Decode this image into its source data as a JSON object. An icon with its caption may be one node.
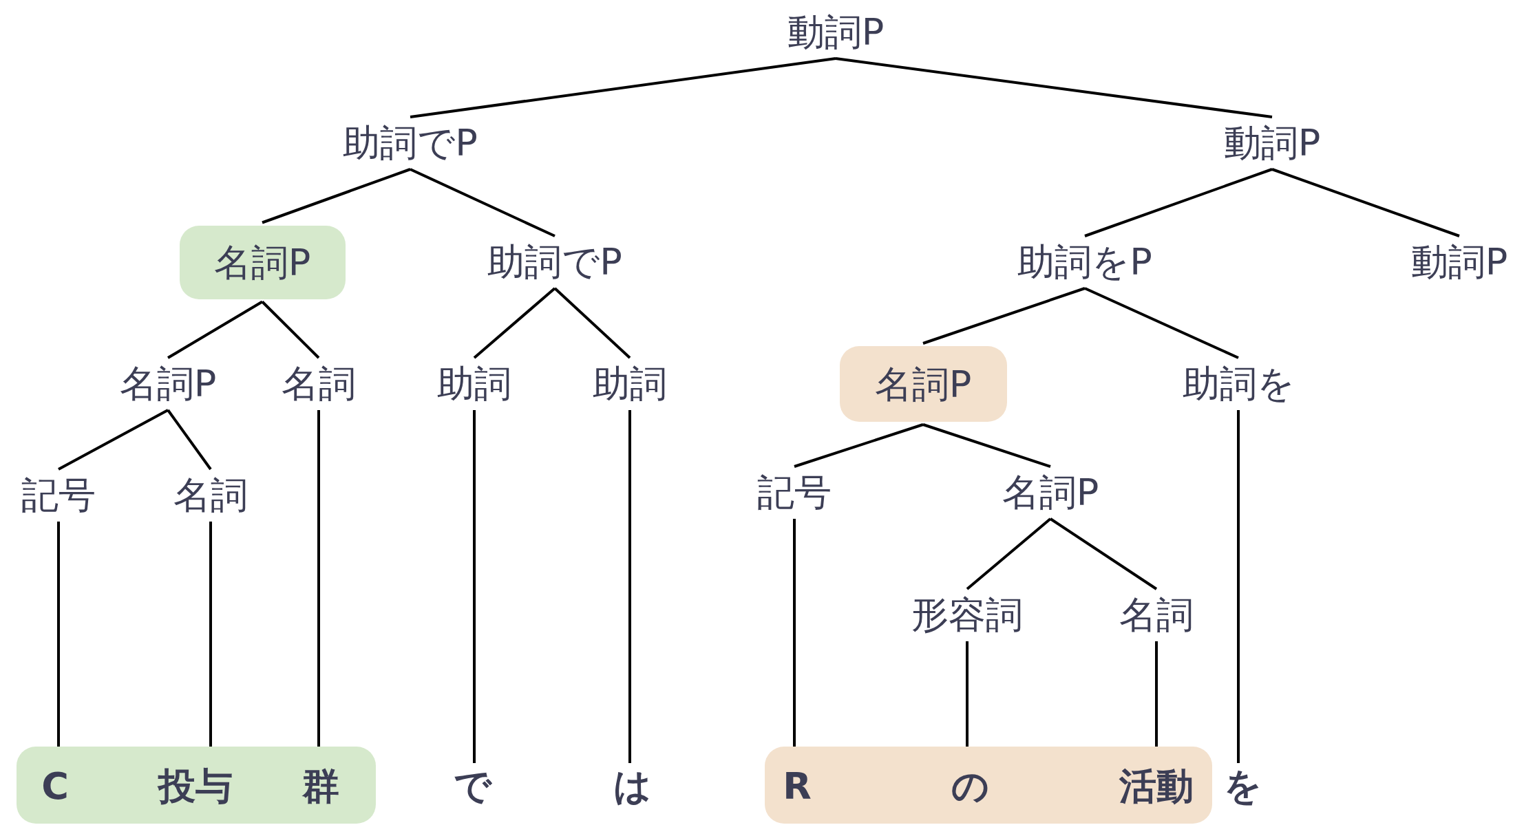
{
  "diagram": {
    "nodes": [
      {
        "text": [
          "動詞P"
        ]
      },
      {
        "text": [
          "助詞でP"
        ]
      },
      {
        "text": [
          "動詞P"
        ]
      },
      {
        "text": [
          "名詞P"
        ]
      },
      {
        "text": [
          "助詞でP"
        ]
      },
      {
        "text": [
          "助詞をP"
        ]
      },
      {
        "text": [
          "動詞P"
        ]
      },
      {
        "text": [
          "名詞P"
        ]
      },
      {
        "text": [
          "名詞"
        ]
      },
      {
        "text": [
          "助詞"
        ]
      },
      {
        "text": [
          "助詞"
        ]
      },
      {
        "text": [
          "名詞P"
        ]
      },
      {
        "text": [
          "助詞を"
        ]
      },
      {
        "text": [
          "記号"
        ]
      },
      {
        "text": [
          "名詞"
        ]
      },
      {
        "text": [
          "記号"
        ]
      },
      {
        "text": [
          "名詞P"
        ]
      },
      {
        "text": [
          "形容詞"
        ]
      },
      {
        "text": [
          "名詞"
        ]
      },
      {
        "text": [],
        "shape": "box"
      },
      {
        "text": [
          "C"
        ],
        "in": 19
      },
      {
        "text": [
          "投与"
        ],
        "in": 19
      },
      {
        "text": [
          "群"
        ],
        "in": 19
      },
      {
        "text": [
          "で"
        ]
      },
      {
        "text": [
          "は"
        ]
      },
      {
        "text": [],
        "shape": "box"
      },
      {
        "text": [
          "R"
        ],
        "in": 25
      },
      {
        "text": [
          "の"
        ],
        "in": 25
      },
      {
        "text": [
          "活動"
        ],
        "in": 25
      },
      {
        "text": [
          "を"
        ]
      }
    ],
    "edges": [
      {
        "from": 0,
        "to": 1,
        "arrow": "none"
      },
      {
        "from": 0,
        "to": 2,
        "arrow": "none"
      },
      {
        "from": 1,
        "to": 3,
        "arrow": "none"
      },
      {
        "from": 1,
        "to": 4,
        "arrow": "none"
      },
      {
        "from": 2,
        "to": 5,
        "arrow": "none"
      },
      {
        "from": 2,
        "to": 6,
        "arrow": "none"
      },
      {
        "from": 3,
        "to": 7,
        "arrow": "none"
      },
      {
        "from": 3,
        "to": 8,
        "arrow": "none"
      },
      {
        "from": 4,
        "to": 9,
        "arrow": "none"
      },
      {
        "from": 4,
        "to": 10,
        "arrow": "none"
      },
      {
        "from": 5,
        "to": 11,
        "arrow": "none"
      },
      {
        "from": 5,
        "to": 12,
        "arrow": "none"
      },
      {
        "from": 7,
        "to": 13,
        "arrow": "none"
      },
      {
        "from": 7,
        "to": 14,
        "arrow": "none"
      },
      {
        "from": 11,
        "to": 15,
        "arrow": "none"
      },
      {
        "from": 11,
        "to": 16,
        "arrow": "none"
      },
      {
        "from": 16,
        "to": 17,
        "arrow": "none"
      },
      {
        "from": 16,
        "to": 18,
        "arrow": "none"
      },
      {
        "from": 13,
        "to": 20,
        "arrow": "none"
      },
      {
        "from": 14,
        "to": 21,
        "arrow": "none"
      },
      {
        "from": 8,
        "to": 22,
        "arrow": "none"
      },
      {
        "from": 9,
        "to": 23,
        "arrow": "none"
      },
      {
        "from": 10,
        "to": 24,
        "arrow": "none"
      },
      {
        "from": 15,
        "to": 26,
        "arrow": "none"
      },
      {
        "from": 17,
        "to": 27,
        "arrow": "none"
      },
      {
        "from": 18,
        "to": 28,
        "arrow": "none"
      },
      {
        "from": 12,
        "to": 29,
        "arrow": "none"
      }
    ]
  }
}
